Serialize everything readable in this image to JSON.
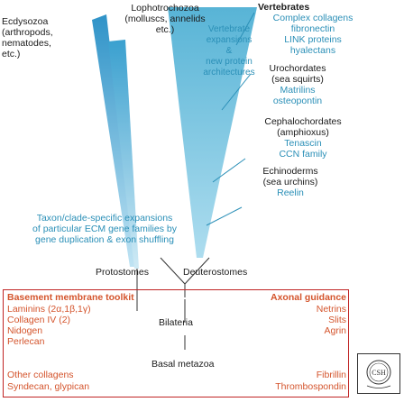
{
  "clades": {
    "vertebrates": "Vertebrates",
    "lophotrochozoa": [
      "Lophotrochozoa",
      "(molluscs, annelids",
      "etc.)"
    ],
    "ecdysozoa": [
      "Ecdysozoa",
      "(arthropods,",
      "nematodes,",
      "etc.)"
    ],
    "protostomes": "Protostomes",
    "deuterostomes": "Deuterostomes",
    "bilateria": "Bilateria",
    "basal_metazoa": "Basal metazoa"
  },
  "vertebrate_expansions": [
    "Vertebrate",
    "expansions",
    "&",
    "new protein",
    "architectures"
  ],
  "vertebrate_proteins": [
    "Complex collagens",
    "fibronectin",
    "LINK proteins",
    "hyalectans"
  ],
  "urochordates": {
    "name": [
      "Urochordates",
      "(sea squirts)"
    ],
    "proteins": [
      "Matrilins",
      "osteopontin"
    ]
  },
  "cephalochordates": {
    "name": [
      "Cephalochordates",
      "(amphioxus)"
    ],
    "proteins": [
      "Tenascin",
      "CCN family"
    ]
  },
  "echinoderms": {
    "name": [
      "Echinoderms",
      "(sea urchins)"
    ],
    "proteins": [
      "Reelin"
    ]
  },
  "expansion_note": [
    "Taxon/clade-specific expansions",
    "of particular ECM gene families by",
    "gene duplication & exon shuffling"
  ],
  "toolkit": {
    "basement_title": "Basement membrane toolkit",
    "basement_items": [
      "Laminins (2α,1β,1γ)",
      "Collagen IV (2)",
      "Nidogen",
      "Perlecan"
    ],
    "other_items_red": "Other collagens",
    "other_items": "Syndecan, glypican",
    "axonal_title": "Axonal guidance",
    "axonal_items": [
      "Netrins",
      "Slits",
      "Agrin"
    ],
    "fibrillin": "Fibrillin",
    "thrombospondin": "Thrombospondin"
  },
  "logo_text": "CSH",
  "colors": {
    "blue": "#2a8fb7",
    "red": "#d4542c",
    "box": "#c02424"
  }
}
